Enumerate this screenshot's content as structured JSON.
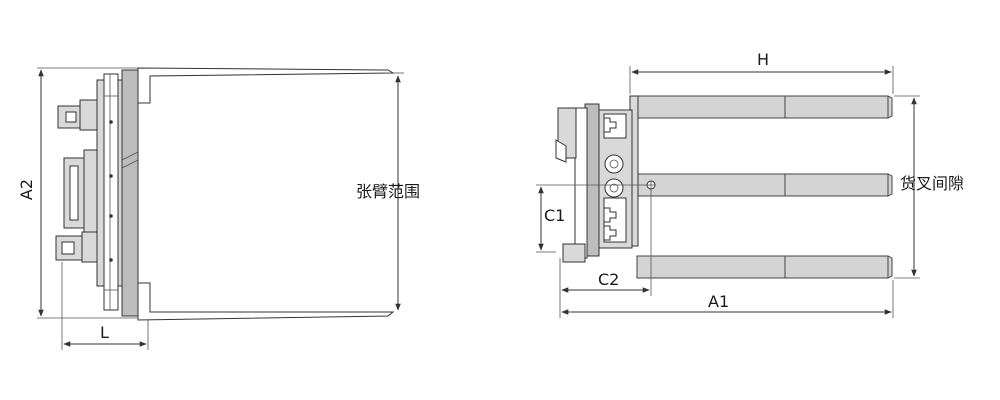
{
  "left_view": {
    "dim_height_label": "A2",
    "dim_width_label": "L",
    "arm_span_label": "张臂范围"
  },
  "right_view": {
    "dim_top_label": "H",
    "fork_gap_label": "货叉间隙",
    "dim_c1_label": "C1",
    "dim_c2_label": "C2",
    "dim_a1_label": "A1"
  },
  "colors": {
    "line": "#333333",
    "part_fill": "#d9d9d9",
    "fork_fill": "#d4d4d4"
  }
}
